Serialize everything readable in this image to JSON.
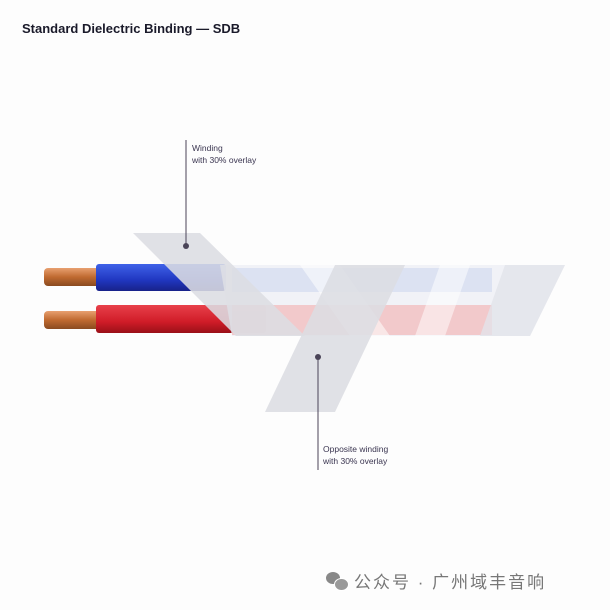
{
  "title": "Standard Dielectric Binding — SDB",
  "callouts": {
    "top": {
      "line1": "Winding",
      "line2": "with 30% overlay"
    },
    "bottom": {
      "line1": "Opposite winding",
      "line2": "with 30% overlay"
    }
  },
  "watermark": {
    "icon": "wechat-icon",
    "text": "公众号 · 广州域丰音响"
  },
  "colors": {
    "blue_wire": "#2340c8",
    "red_wire": "#d8202c",
    "copper": "#c8743a",
    "tape": "#e6e6ea"
  }
}
